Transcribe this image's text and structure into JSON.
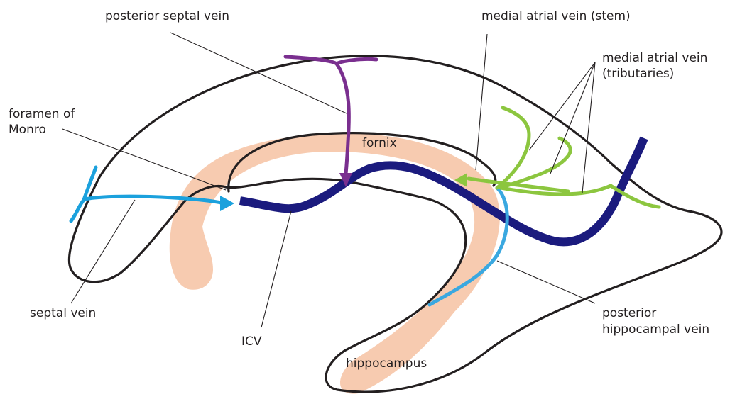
{
  "labels": {
    "posterior_septal_vein": "posterior septal vein",
    "medial_atrial_vein_stem": "medial atrial vein (stem)",
    "medial_atrial_vein_tributaries_line1": "medial atrial vein",
    "medial_atrial_vein_tributaries_line2": "(tributaries)",
    "foramen_of_monro_line1": "foramen of",
    "foramen_of_monro_line2": "Monro",
    "fornix": "fornix",
    "septal_vein": "septal vein",
    "icv": "ICV",
    "posterior_hippocampal_vein_line1": "posterior",
    "posterior_hippocampal_vein_line2": "hippocampal vein",
    "hippocampus": "hippocampus"
  },
  "colors": {
    "outline": "#231f20",
    "fornix_hippocampus_fill": "#f7cbb0",
    "internal_cerebral_vein": "#1b1b7e",
    "septal_vein": "#1ba1dd",
    "posterior_hippocampal_vein": "#3aa8e0",
    "posterior_septal_vein": "#7a2f8f",
    "medial_atrial_vein": "#8cc63f"
  }
}
